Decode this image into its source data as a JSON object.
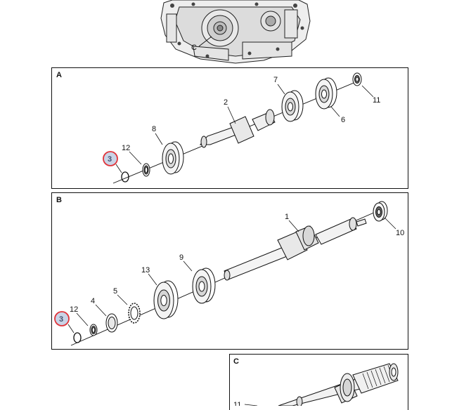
{
  "top_view": {
    "callout": "C"
  },
  "panel_a": {
    "letter": "A",
    "callouts": {
      "p2": "2",
      "p3": "3",
      "p6": "6",
      "p7": "7",
      "p8": "8",
      "p11": "11",
      "p12": "12"
    }
  },
  "panel_b": {
    "letter": "B",
    "callouts": {
      "p1": "1",
      "p3": "3",
      "p4": "4",
      "p5": "5",
      "p9": "9",
      "p10": "10",
      "p12": "12",
      "p13": "13"
    }
  },
  "panel_c": {
    "letter": "C",
    "callouts": {
      "p11": "11"
    }
  },
  "colors": {
    "highlight_ring": "#e0343a",
    "highlight_fill": "#c9d3e6",
    "line": "#111111"
  }
}
